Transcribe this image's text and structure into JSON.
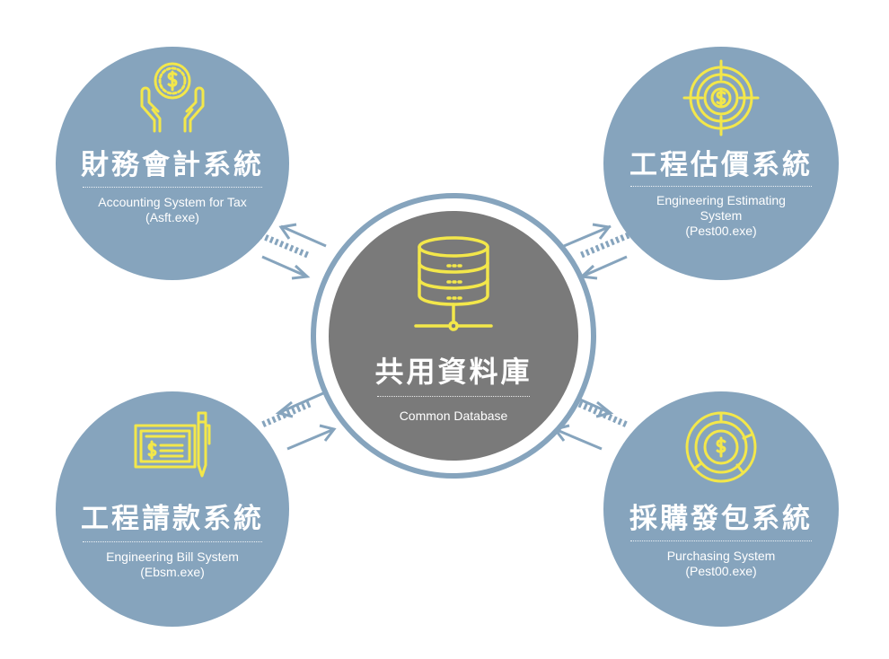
{
  "colors": {
    "node_fill": "#86a4bd",
    "center_fill": "#7a7a7a",
    "icon_yellow": "#f3e74a",
    "text": "#ffffff"
  },
  "center": {
    "title": "共用資料庫",
    "subtitle": "Common Database",
    "icon": "database-server-icon"
  },
  "nodes": {
    "accounting": {
      "title": "財務會計系統",
      "subtitle_line1": "Accounting System for Tax",
      "subtitle_line2": "(Asft.exe)",
      "icon": "hands-coin-icon"
    },
    "estimating": {
      "title": "工程估價系統",
      "subtitle_line1": "Engineering Estimating",
      "subtitle_line2": "System",
      "subtitle_line3": "(Pest00.exe)",
      "icon": "target-dollar-icon"
    },
    "billing": {
      "title": "工程請款系統",
      "subtitle_line1": "Engineering Bill System",
      "subtitle_line2": "(Ebsm.exe)",
      "icon": "check-pen-icon"
    },
    "purchasing": {
      "title": "採購發包系統",
      "subtitle_line1": "Purchasing System",
      "subtitle_line2": "(Pest00.exe)",
      "icon": "coin-cycle-icon"
    }
  }
}
